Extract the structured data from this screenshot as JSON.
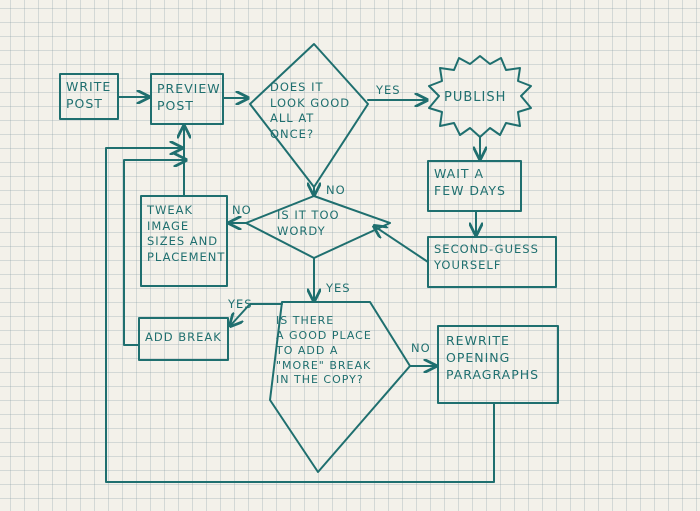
{
  "nodes": {
    "write_post": "Write\npost",
    "preview_post": "Preview\npost",
    "looks_good": "Does it\nlook good\nall at\nonce?",
    "publish": "Publish",
    "wait": "Wait a\nfew days",
    "second_guess": "Second-guess\nyourself",
    "too_wordy": "Is it too\nwordy",
    "tweak_images": "Tweak\nimage\nsizes and\nplacement",
    "good_place": "Is there\na good place\nto add a\n\"more\" break\nin the copy?",
    "add_break": "Add break",
    "rewrite": "Rewrite\nopening\nparagraphs"
  },
  "edge_labels": {
    "looks_good_yes": "Yes",
    "looks_good_no": "No",
    "wordy_no": "No",
    "wordy_yes": "Yes",
    "place_yes": "Yes",
    "place_no": "No"
  }
}
